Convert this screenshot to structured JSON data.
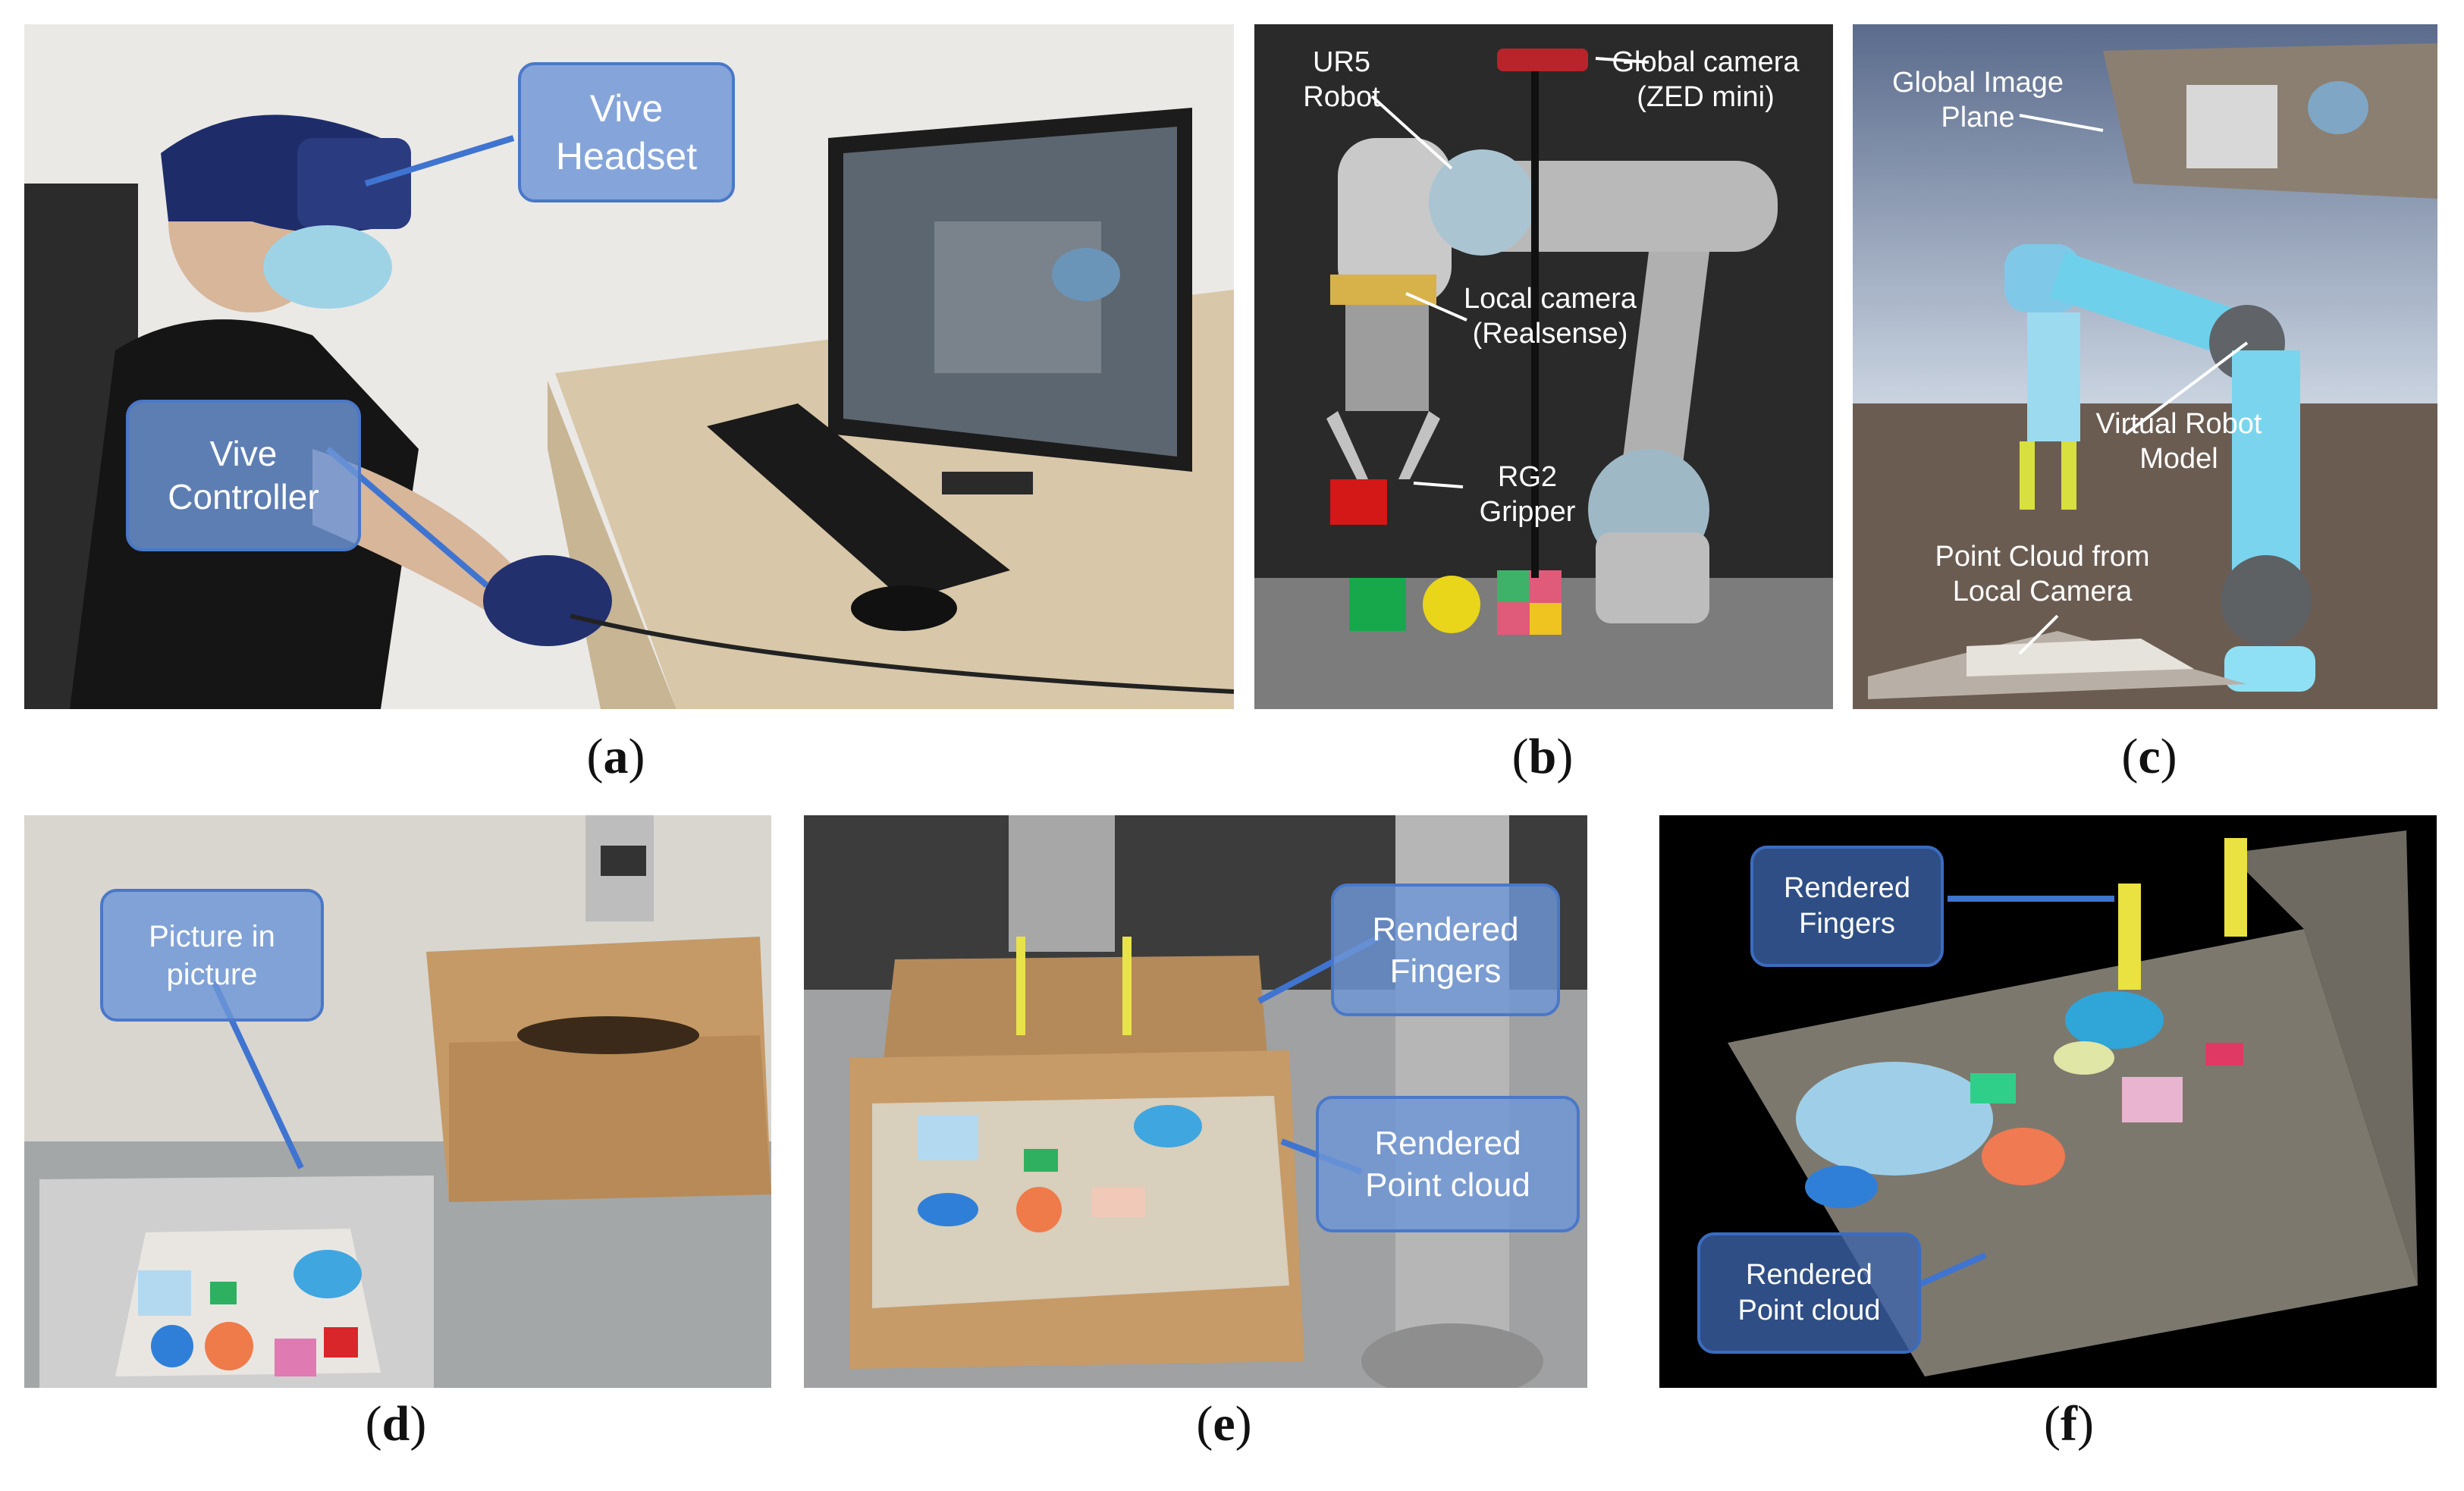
{
  "panels": {
    "a": {
      "caption_letter": "a",
      "callouts": {
        "headset": "Vive\nHeadset",
        "controller": "Vive\nController"
      }
    },
    "b": {
      "caption_letter": "b",
      "labels": {
        "robot": "UR5\nRobot",
        "global_camera": "Global camera\n(ZED mini)",
        "local_camera": "Local camera\n(Realsense)",
        "gripper": "RG2\nGripper"
      }
    },
    "c": {
      "caption_letter": "c",
      "labels": {
        "image_plane": "Global Image\nPlane",
        "robot_model": "Virtual Robot\nModel",
        "point_cloud": "Point Cloud from\nLocal Camera"
      }
    },
    "d": {
      "caption_letter": "d",
      "callouts": {
        "pip": "Picture in\npicture"
      }
    },
    "e": {
      "caption_letter": "e",
      "callouts": {
        "fingers": "Rendered\nFingers",
        "point_cloud": "Rendered\nPoint cloud"
      }
    },
    "f": {
      "caption_letter": "f",
      "callouts": {
        "fingers": "Rendered\nFingers",
        "point_cloud": "Rendered\nPoint cloud"
      }
    }
  },
  "colors": {
    "callout_fill": "#6e96d7",
    "callout_border": "#4a78c8",
    "leader_line": "#3f74d0"
  }
}
